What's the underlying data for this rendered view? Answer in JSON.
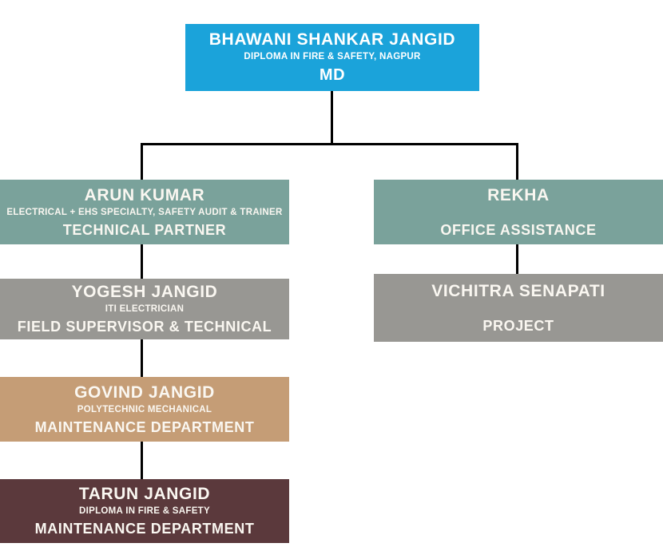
{
  "title": "Organization Chart",
  "colors": {
    "md_box": "#1ba3da",
    "level2_box": "#7aa29b",
    "level3_box": "#989793",
    "level4_box": "#c59d76",
    "level5_box": "#5b393c",
    "connector": "#000000",
    "text": "#faf7f1",
    "background": "#ffffff"
  },
  "nodes": {
    "md": {
      "name": "BHAWANI SHANKAR JANGID",
      "qualification": "DIPLOMA IN FIRE & SAFETY, NAGPUR",
      "role": "MD"
    },
    "arun": {
      "name": "ARUN KUMAR",
      "qualification": "ELECTRICAL + EHS SPECIALTY, SAFETY AUDIT & TRAINER",
      "role": "TECHNICAL PARTNER"
    },
    "rekha": {
      "name": "REKHA",
      "qualification": "",
      "role": "OFFICE ASSISTANCE"
    },
    "yogesh": {
      "name": "YOGESH JANGID",
      "qualification": "ITI ELECTRICIAN",
      "role": "FIELD SUPERVISOR & TECHNICAL"
    },
    "vichitra": {
      "name": "VICHITRA SENAPATI",
      "qualification": "",
      "role": "PROJECT"
    },
    "govind": {
      "name": "GOVIND JANGID",
      "qualification": "POLYTECHNIC MECHANICAL",
      "role": "MAINTENANCE DEPARTMENT"
    },
    "tarun": {
      "name": "TARUN JANGID",
      "qualification": "DIPLOMA IN FIRE & SAFETY",
      "role": "MAINTENANCE DEPARTMENT"
    }
  }
}
